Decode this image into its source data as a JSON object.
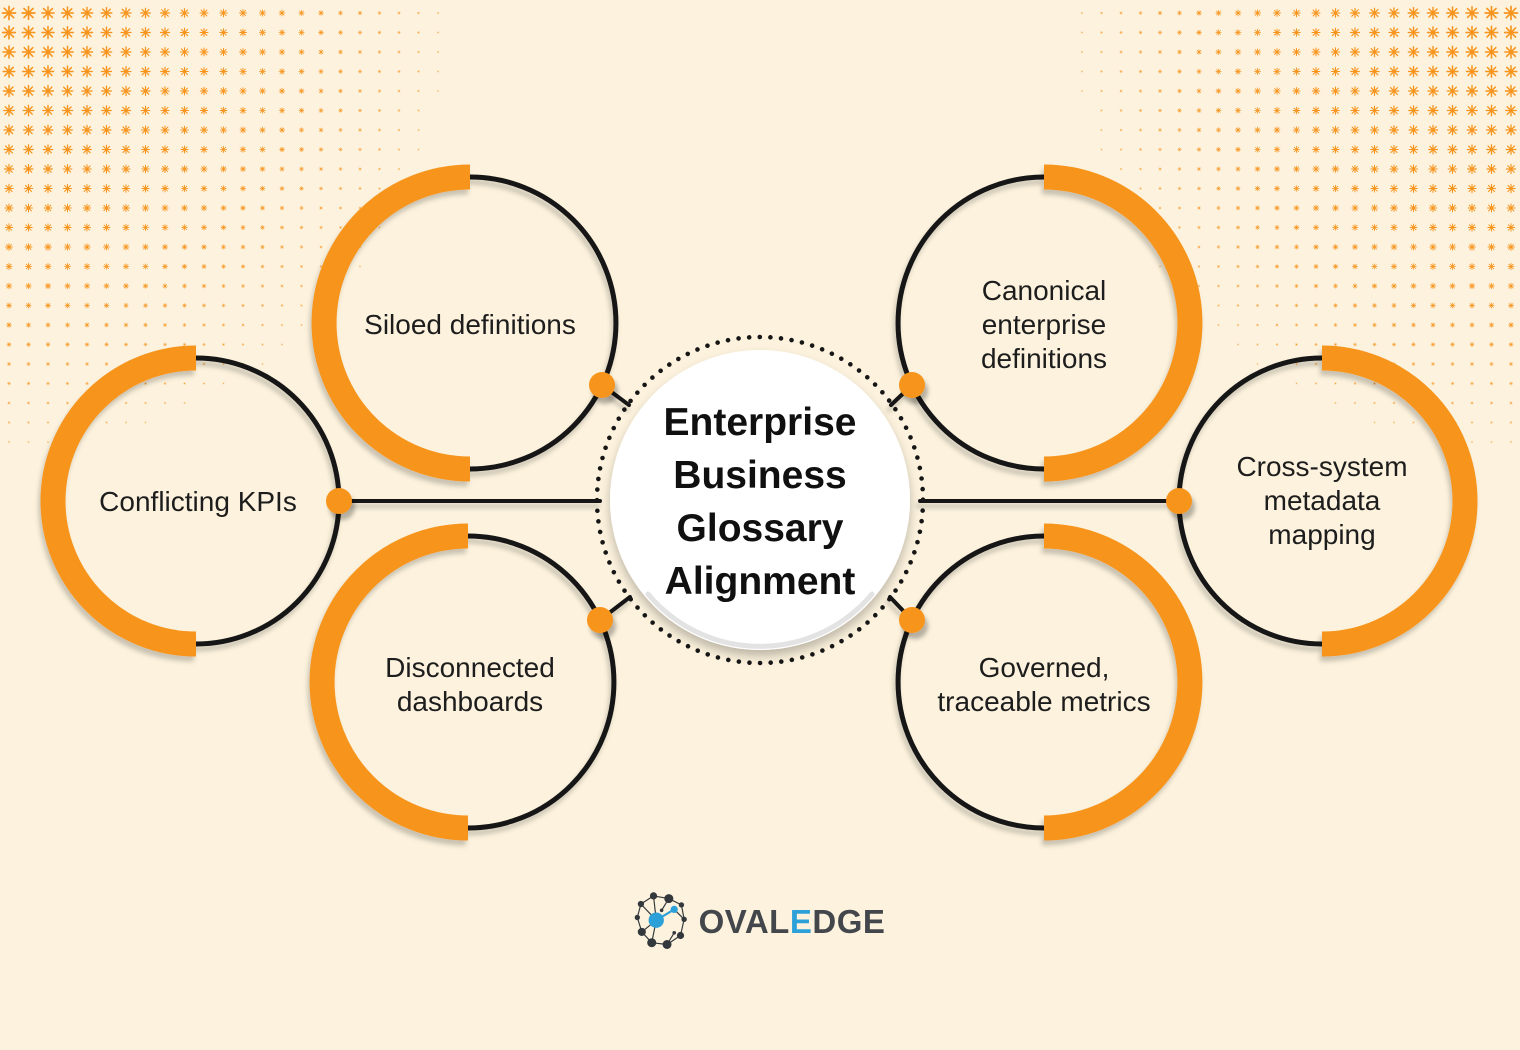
{
  "colors": {
    "background": "#FCF2DD",
    "accent_orange": "#F7941D",
    "ring_black": "#161616",
    "title_ink": "#101010",
    "label_ink": "#1D1D1D",
    "hub_fill": "#FFFFFF",
    "logo_dark": "#43474B",
    "logo_blue": "#2CA0D8"
  },
  "hub": {
    "lines": [
      "Enterprise",
      "Business",
      "Glossary",
      "Alignment"
    ]
  },
  "satellites": [
    {
      "id": "siloed-definitions",
      "lines": [
        "Siloed definitions"
      ]
    },
    {
      "id": "canonical-enterprise-definitions",
      "lines": [
        "Canonical",
        "enterprise",
        "definitions"
      ]
    },
    {
      "id": "conflicting-kpis",
      "lines": [
        "Conflicting KPIs"
      ]
    },
    {
      "id": "cross-system-metadata-mapping",
      "lines": [
        "Cross-system",
        "metadata",
        "mapping"
      ]
    },
    {
      "id": "disconnected-dashboards",
      "lines": [
        "Disconnected",
        "dashboards"
      ]
    },
    {
      "id": "governed-traceable-metrics",
      "lines": [
        "Governed,",
        "traceable metrics"
      ]
    }
  ],
  "logo": {
    "prefix": "Oval",
    "accent_letter": "E",
    "suffix": "dge"
  },
  "icons": {
    "logo_icon": "network-graph-icon",
    "corner_decoration": "orange-asterisk-grid"
  }
}
